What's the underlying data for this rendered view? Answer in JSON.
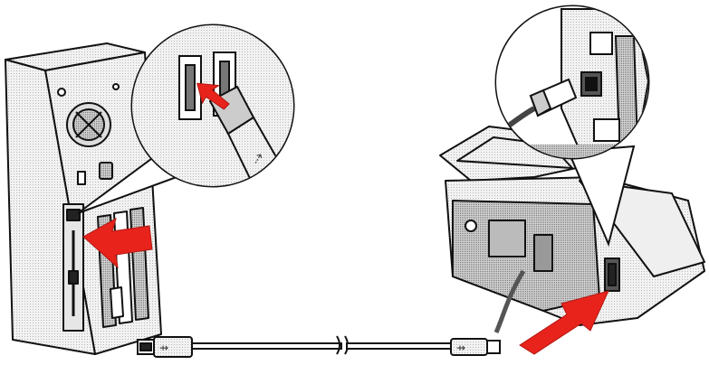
{
  "diagram": {
    "subject": "usb-cable-connection",
    "components": [
      "computer-tower",
      "computer-usb-port-zoom",
      "usb-cable",
      "printer",
      "printer-usb-port-zoom"
    ],
    "icons": [
      "usb-symbol-icon",
      "insert-arrow-icon"
    ],
    "colors": {
      "arrow": "#e8231c",
      "outline": "#111111",
      "shade": "#bdbdbd",
      "light": "#efefef",
      "mid": "#d6d6d6",
      "background": "#ffffff"
    }
  }
}
